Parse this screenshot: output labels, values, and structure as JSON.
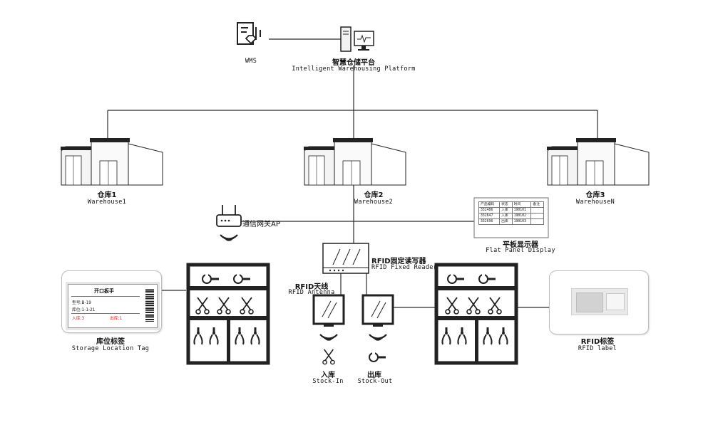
{
  "platform": {
    "wms_label": "WMS",
    "title_cn": "智慧仓储平台",
    "title_en": "Intelligent Warehousing Platform"
  },
  "warehouses": [
    {
      "name_cn": "仓库1",
      "name_en": "Warehouse1"
    },
    {
      "name_cn": "仓库2",
      "name_en": "Warehouse2"
    },
    {
      "name_cn": "仓库3",
      "name_en": "WarehouseN"
    }
  ],
  "gateway": {
    "label": "通信网关AP"
  },
  "display": {
    "label_cn": "平板显示器",
    "label_en": "Flat Panel Display",
    "table": {
      "headers": [
        "产品编码",
        "状态",
        "时间",
        "备注"
      ],
      "rows": [
        [
          "332486",
          "入库",
          "190101",
          ""
        ],
        [
          "332647",
          "入库",
          "190102",
          ""
        ],
        [
          "332696",
          "出库",
          "190103",
          ""
        ]
      ]
    }
  },
  "reader": {
    "label_cn": "RFID固定读写器",
    "label_en": "RFID Fixed Reader"
  },
  "antenna": {
    "label_cn": "RFID天线",
    "label_en": "RFID Antenna"
  },
  "stock_in": {
    "label_cn": "入库",
    "label_en": "Stock-In"
  },
  "stock_out": {
    "label_cn": "出库",
    "label_en": "Stock-Out"
  },
  "location_tag": {
    "label_cn": "库位标签",
    "label_en": "Storage Location Tag",
    "title": "开口扳手",
    "model": "型号:B-19",
    "slot": "库位:1-1-21",
    "in_count": "入库:3",
    "out_count": "出库:1"
  },
  "rfid_label": {
    "label_cn": "RFID标签",
    "label_en": "RFID label"
  },
  "colors": {
    "line": "#2b2b2b",
    "red_text": "#d02020",
    "card_border": "#bdbdbd"
  }
}
